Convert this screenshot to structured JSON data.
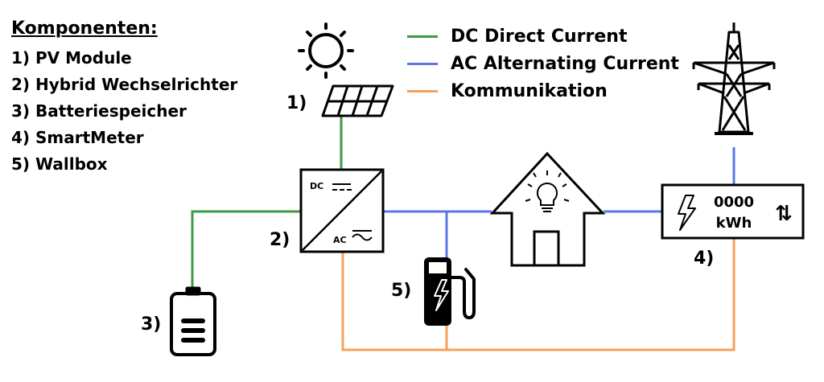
{
  "legend": {
    "title": "Komponenten:",
    "items": [
      "1) PV Module",
      "2) Hybrid Wechselrichter",
      "3) Batteriespeicher",
      "4) SmartMeter",
      "5) Wallbox"
    ]
  },
  "line_key": [
    {
      "label": "DC Direct Current",
      "color": "#3c9a46"
    },
    {
      "label": "AC Alternating Current",
      "color": "#5a78e6"
    },
    {
      "label": "Kommunikation",
      "color": "#f5a05a"
    }
  ],
  "colors": {
    "dc": "#3c9a46",
    "ac": "#5a78e6",
    "comm": "#f5a05a"
  },
  "components": {
    "pv_number": "1)",
    "inverter_number": "2)",
    "battery_number": "3)",
    "meter_number": "4)",
    "wallbox_number": "5)",
    "inverter_dc": "DC",
    "inverter_ac": "AC",
    "meter_value": "0000",
    "meter_unit": "kWh",
    "meter_arrows": "⇅"
  },
  "icons": {
    "sun": "sun-icon",
    "solar_panel": "solar-panel-icon",
    "battery": "battery-icon",
    "house": "house-icon",
    "bulb": "light-bulb-icon",
    "pylon": "power-pylon-icon",
    "charger": "ev-charger-icon"
  }
}
